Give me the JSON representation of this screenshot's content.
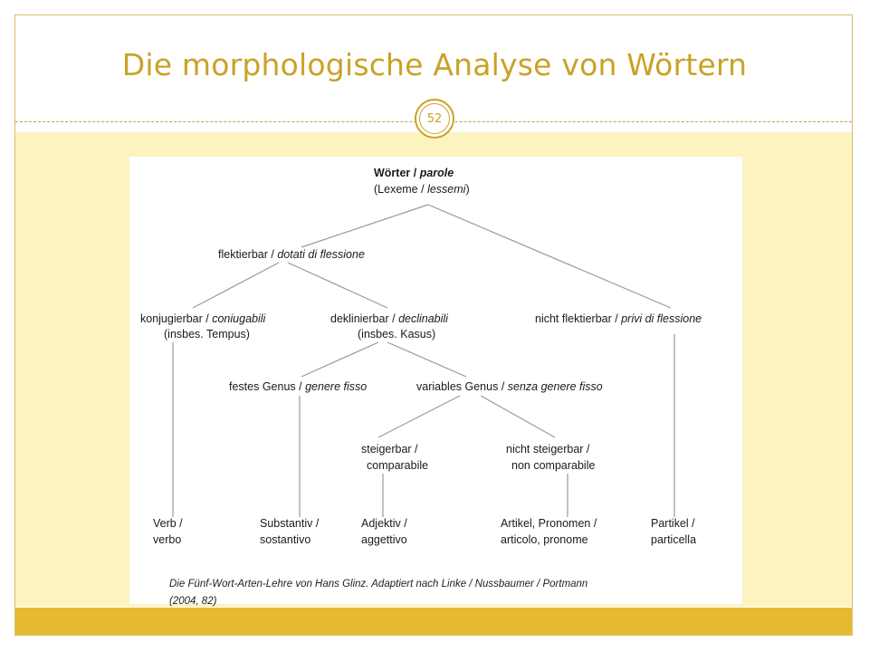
{
  "slide": {
    "title": "Die morphologische Analyse von Wörtern",
    "page_number": "52"
  },
  "diagram": {
    "root": {
      "de": "Wörter",
      "it": "parole",
      "sub_de": "(Lexeme",
      "sub_it": "lessemi"
    },
    "flektierbar": {
      "de": "flektierbar",
      "it": "dotati di flessione"
    },
    "konjugierbar": {
      "de": "konjugierbar",
      "it": "coniugabili",
      "sub": "(insbes. Tempus)"
    },
    "deklinierbar": {
      "de": "deklinierbar",
      "it": "declinabili",
      "sub": "(insbes. Kasus)"
    },
    "nicht_flektierbar": {
      "de": "nicht flektierbar",
      "it": "privi di flessione"
    },
    "festes_genus": {
      "de": "festes Genus",
      "it": "genere fisso"
    },
    "variables_genus": {
      "de": "variables Genus",
      "it": "senza genere fisso"
    },
    "steigerbar": {
      "de": "steigerbar /",
      "it": "comparabile"
    },
    "nicht_steigerbar": {
      "de": "nicht steigerbar /",
      "it": "non comparabile"
    },
    "verb": {
      "de": "Verb /",
      "it": "verbo"
    },
    "substantiv": {
      "de": "Substantiv /",
      "it": "sostantivo"
    },
    "adjektiv": {
      "de": "Adjektiv /",
      "it": "aggettivo"
    },
    "artikel": {
      "de": "Artikel, Pronomen /",
      "it": "articolo, pronome"
    },
    "partikel": {
      "de": "Partikel /",
      "it": "particella"
    },
    "caption_line1": "Die Fünf-Wort-Arten-Lehre von Hans Glinz. Adaptiert nach Linke / Nussbaumer / Portmann",
    "caption_line2": "(2004, 82)"
  },
  "colors": {
    "accent": "#c9a227",
    "bottom_bar": "#e6b932",
    "content_bg": "#fdf3c0",
    "line": "#9a9a9a"
  }
}
